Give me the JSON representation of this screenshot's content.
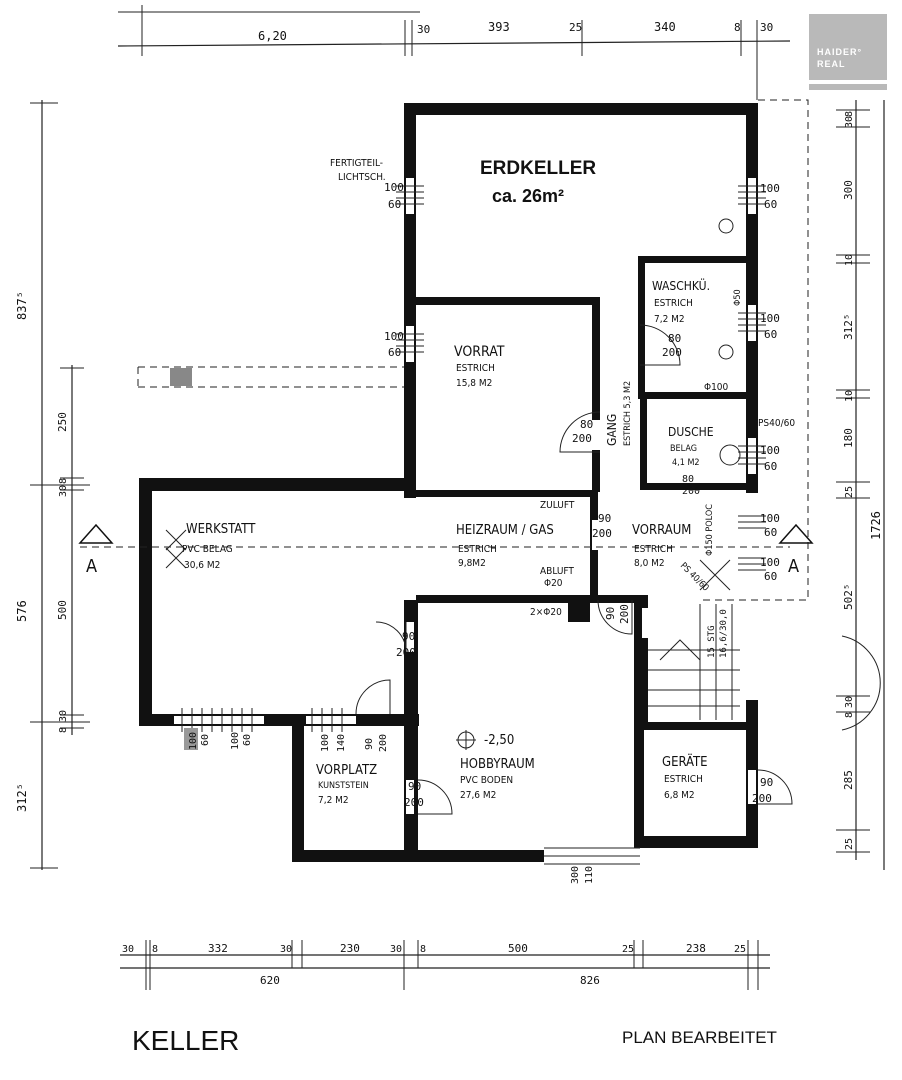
{
  "logo": {
    "line1": "HAIDER°",
    "line2": "REAL"
  },
  "title": {
    "main": "ERDKELLER",
    "area": "ca. 26m²"
  },
  "footer": {
    "left": "KELLER",
    "right": "PLAN BEARBEITET"
  },
  "section_marker": "A",
  "rooms": {
    "vorrat": {
      "name": "VORRAT",
      "floor": "ESTRICH",
      "area": "15,8 M2"
    },
    "werkstatt": {
      "name": "WERKSTATT",
      "floor": "PVC BELAG",
      "area": "30,6 M2"
    },
    "heizraum": {
      "name": "HEIZRAUM / GAS",
      "floor": "ESTRICH",
      "area": "9,8M2"
    },
    "vorraum": {
      "name": "VORRAUM",
      "floor": "ESTRICH",
      "area": "8,0 M2"
    },
    "gang": {
      "name": "GANG",
      "floor": "ESTRICH 5,3 M2"
    },
    "waschku": {
      "name": "WASCHKÜ.",
      "floor": "ESTRICH",
      "area": "7,2 M2"
    },
    "dusche": {
      "name": "DUSCHE",
      "floor": "BELAG",
      "area": "4,1 M2"
    },
    "vorplatz": {
      "name": "VORPLATZ",
      "floor": "KUNSTSTEIN",
      "area": "7,2 M2"
    },
    "hobbyraum": {
      "name": "HOBBYRAUM",
      "floor": "PVC BODEN",
      "area": "27,6 M2"
    },
    "geraete": {
      "name": "GERÄTE",
      "floor": "ESTRICH",
      "area": "6,8 M2"
    }
  },
  "annotations": {
    "fertigteil": [
      "FERTIGTEIL-",
      "LICHTSCH."
    ],
    "zuluft": "ZULUFT",
    "abluft": "ABLUFT",
    "phi20": "Φ20",
    "two_phi20": "2×Φ20",
    "phi50": "Φ50",
    "phi100": "Φ100",
    "phi150": "Φ150 POLOC",
    "ps4060_a": "PS40/60",
    "ps4060_b": "PS 40/60",
    "level": "-2,50",
    "stairs": [
      "15 STG",
      "16,6/30,0"
    ]
  },
  "openings": {
    "win_100_60": [
      "100",
      "60"
    ],
    "door_80_200": [
      "80",
      "200"
    ],
    "door_90_200": [
      "90",
      "200"
    ],
    "vorplatz_open": [
      "100",
      "140",
      "90",
      "200"
    ],
    "hobby_window": [
      "300",
      "110"
    ]
  },
  "dims_top": [
    "6,20",
    "30",
    "393",
    "25",
    "340",
    "8",
    "30"
  ],
  "dims_bottom_row1": [
    "30",
    "8",
    "332",
    "30",
    "230",
    "30",
    "8",
    "500",
    "25",
    "238",
    "25"
  ],
  "dims_bottom_row2": [
    "620",
    "826"
  ],
  "dims_left_outer": [
    "837⁵",
    "576",
    "312⁵"
  ],
  "dims_left_inner": [
    "250",
    "8",
    "30",
    "500",
    "30",
    "8"
  ],
  "dims_right_inner": [
    "8",
    "30",
    "300",
    "10",
    "312⁵",
    "10",
    "180",
    "25",
    "502⁵",
    "30",
    "8",
    "285",
    "25"
  ],
  "dims_right_outer": [
    "1726"
  ]
}
